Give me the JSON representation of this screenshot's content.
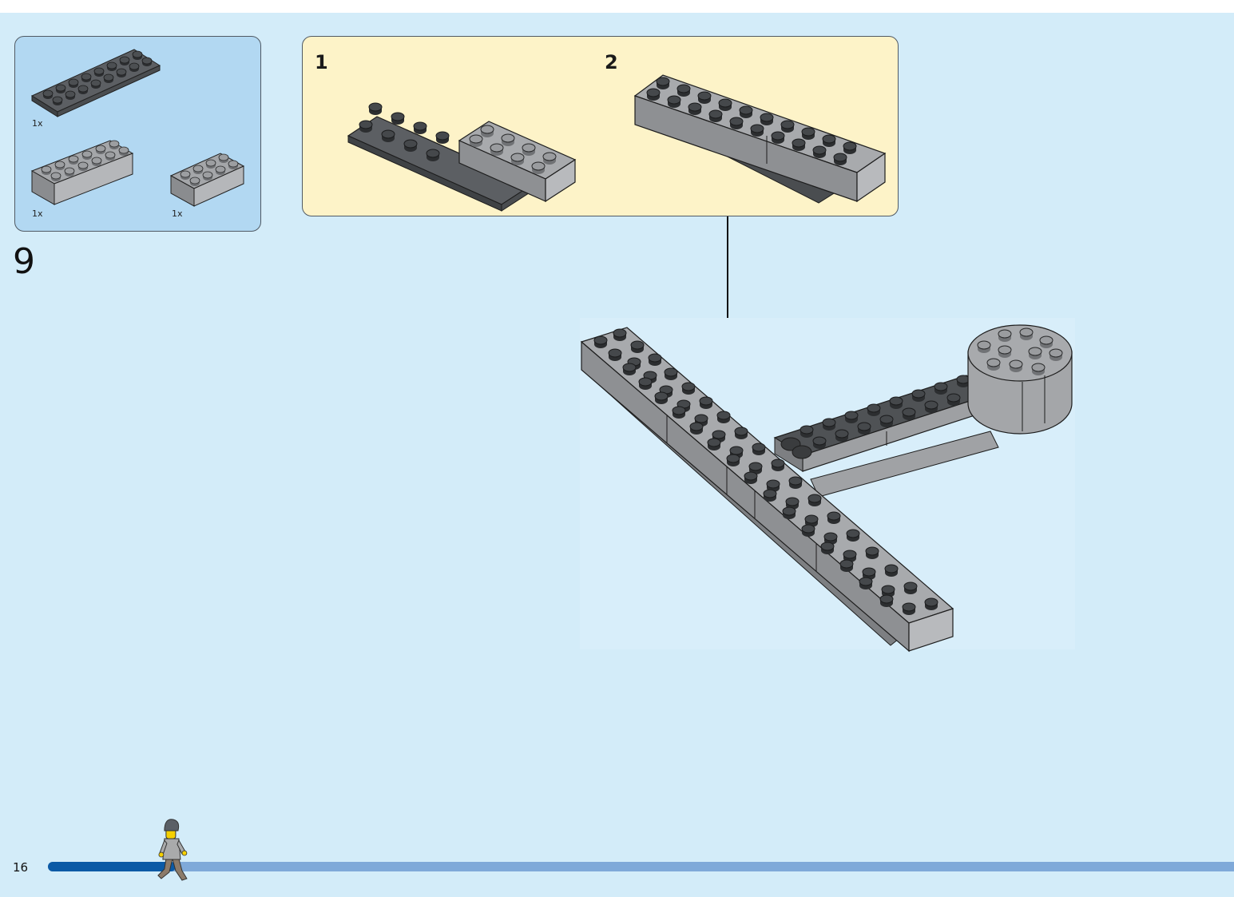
{
  "parts": [
    {
      "quantity": "1x",
      "color": "dark-gray",
      "studs": "2x8"
    },
    {
      "quantity": "1x",
      "color": "light-gray",
      "studs": "2x6"
    },
    {
      "quantity": "1x",
      "color": "light-gray",
      "studs": "2x4"
    }
  ],
  "callout": {
    "substeps": [
      {
        "number": "1"
      },
      {
        "number": "2"
      }
    ]
  },
  "step_number": "9",
  "page_number": "16",
  "progress": {
    "fraction": 0.1
  },
  "colors": {
    "page_background": "#d3ecf9",
    "parts_box": "#b2d8f2",
    "callout_box": "#fdf3c8",
    "progress_filled": "#0b5aa6",
    "progress_track": "#7fa9d9",
    "dark_brick": "#5c5f63",
    "light_brick": "#a4a6a9"
  }
}
